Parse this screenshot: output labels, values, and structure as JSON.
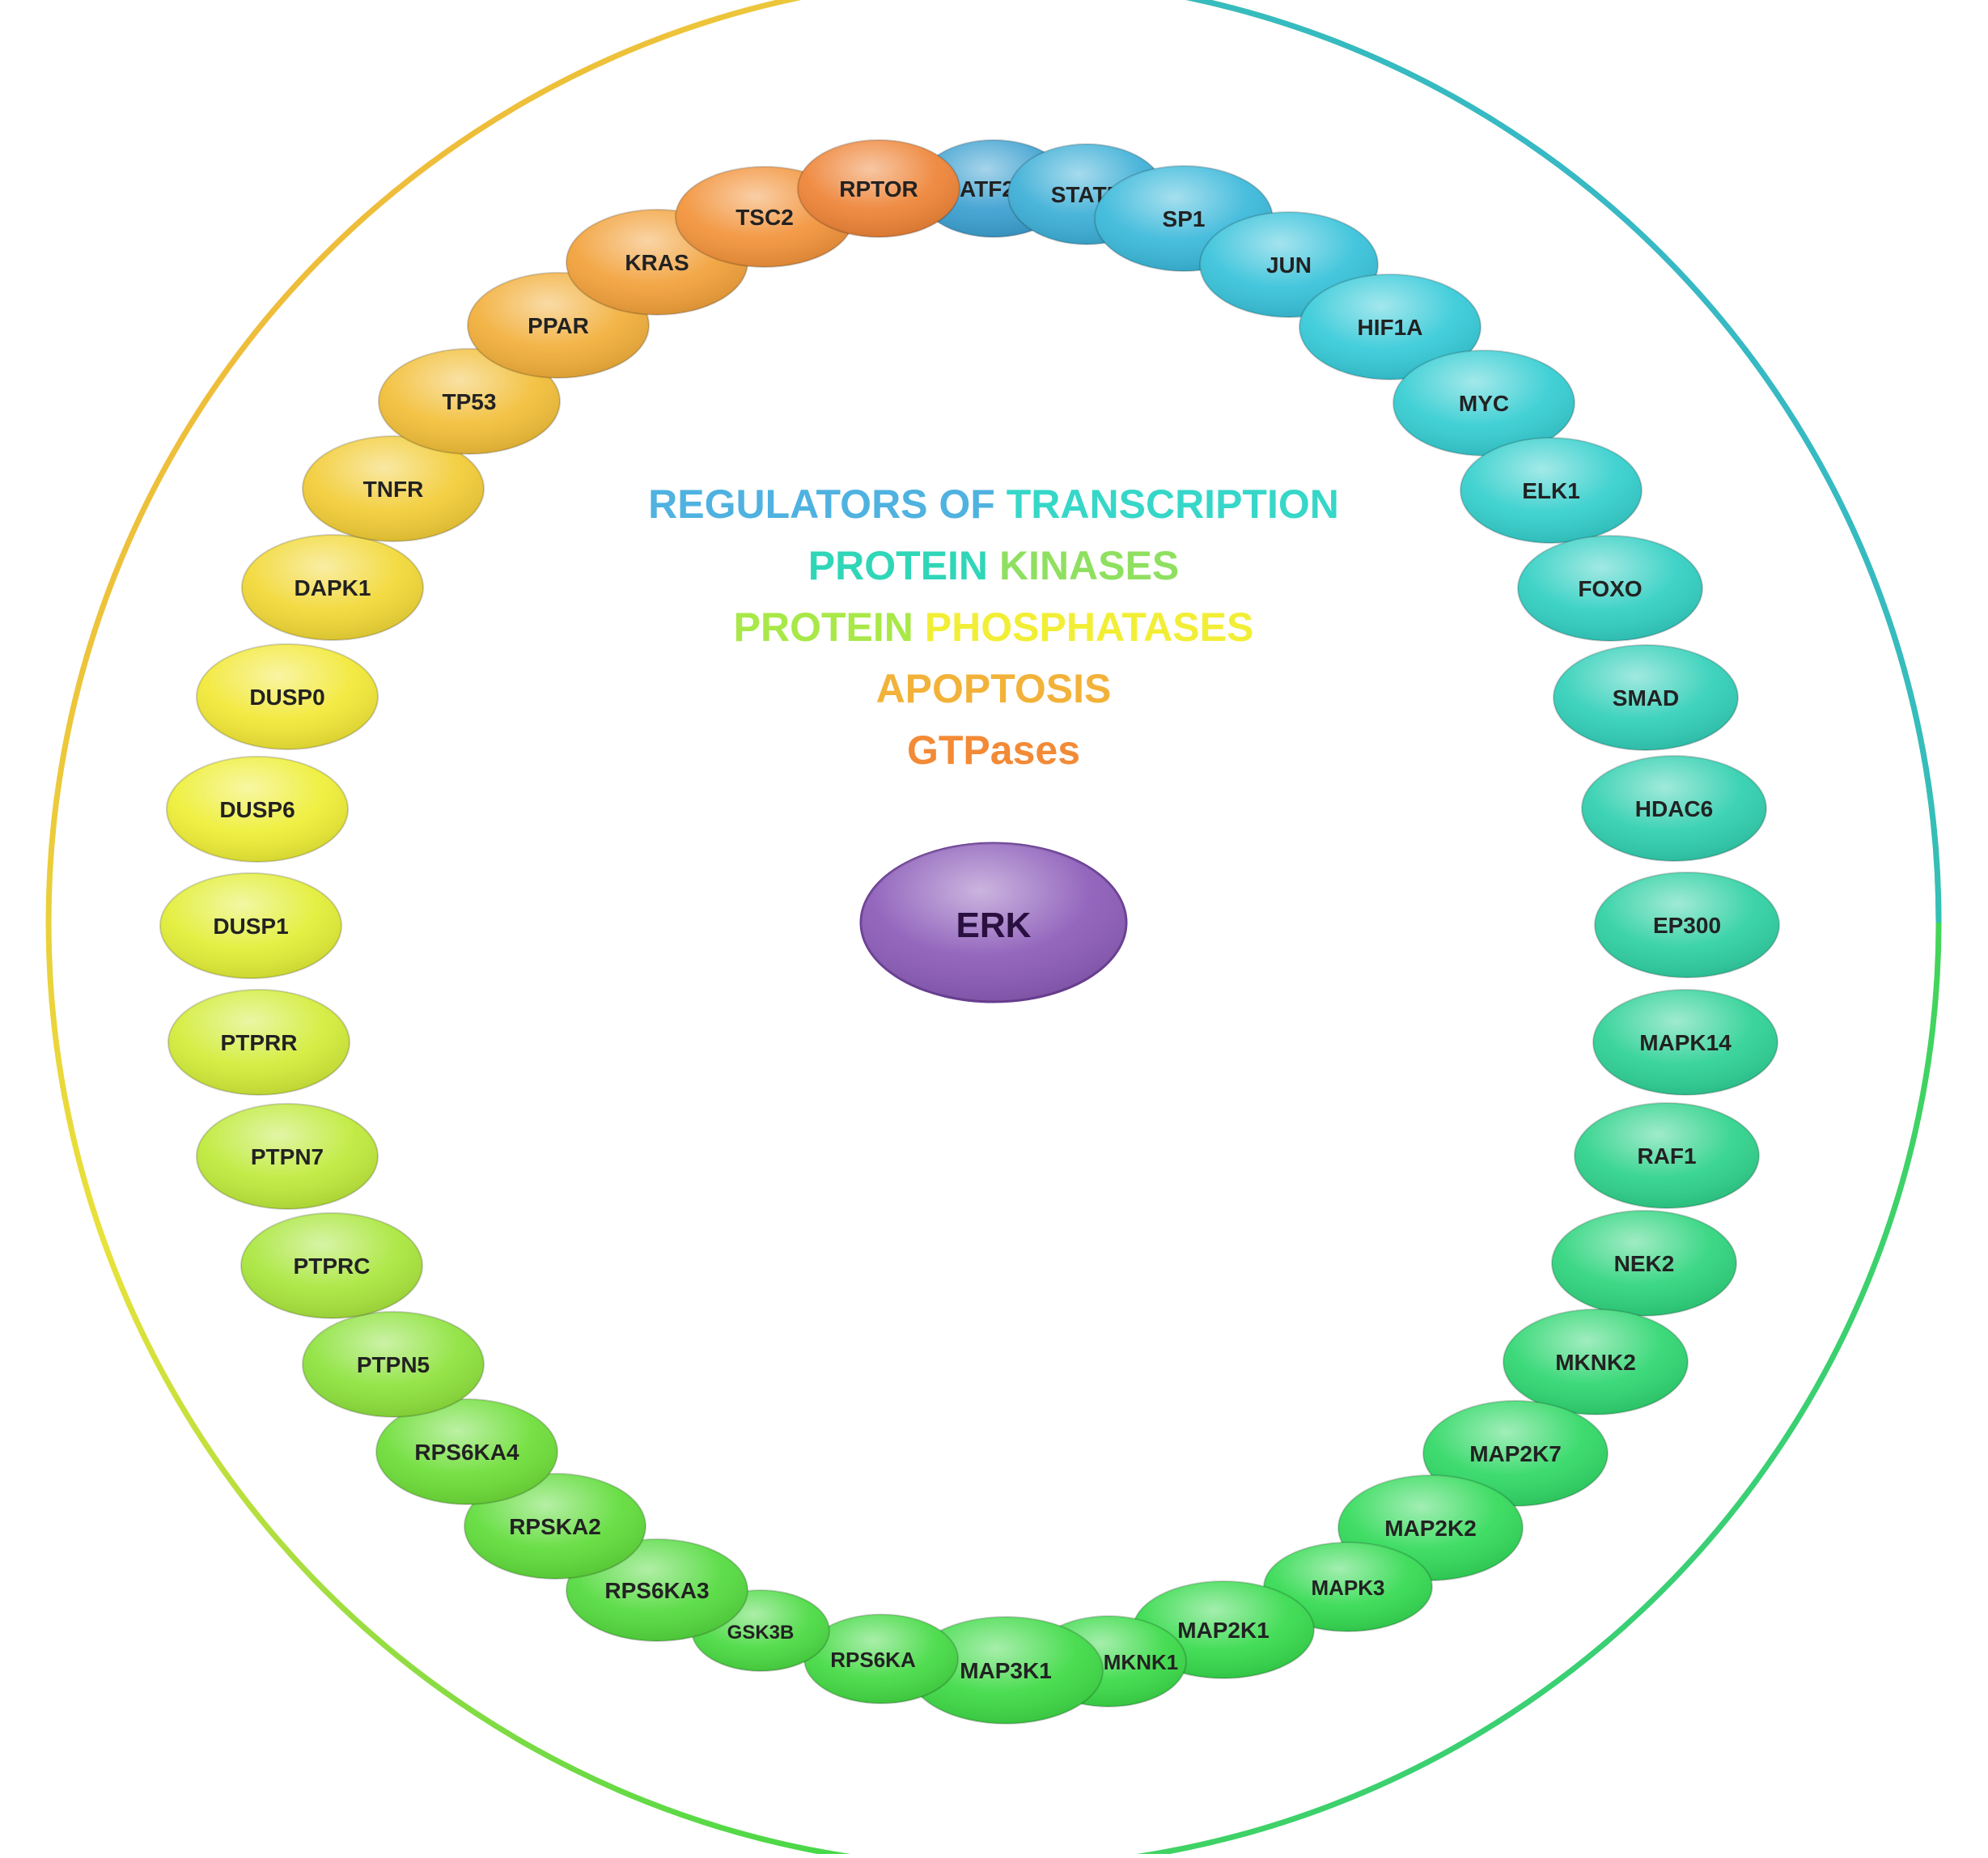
{
  "center": {
    "label": "ERK",
    "color": "#8B5AB8",
    "text_color": "#2a1040"
  },
  "legend": [
    {
      "parts": [
        {
          "text": "REGULATORS OF ",
          "color": "#4FB2E0"
        },
        {
          "text": "TRANSCRIPTION",
          "color": "#36D7C8"
        }
      ]
    },
    {
      "parts": [
        {
          "text": "PROTEIN ",
          "color": "#2FD6B8"
        },
        {
          "text": "KINASES",
          "color": "#8FE060"
        }
      ]
    },
    {
      "parts": [
        {
          "text": "PROTEIN ",
          "color": "#A8E848"
        },
        {
          "text": "PHOSPHATASES",
          "color": "#F2EE36"
        }
      ]
    },
    {
      "parts": [
        {
          "text": "APOPTOSIS",
          "color": "#F2B23A"
        }
      ]
    },
    {
      "parts": [
        {
          "text": "GTPases",
          "color": "#F28A36"
        }
      ]
    }
  ],
  "nodes": [
    {
      "label": "ATF2",
      "color": "#3A9FD0"
    },
    {
      "label": "STAT5",
      "color": "#3AAED6"
    },
    {
      "label": "SP1",
      "color": "#38B8DA"
    },
    {
      "label": "JUN",
      "color": "#36C2DA"
    },
    {
      "label": "HIF1A",
      "color": "#34CAD8"
    },
    {
      "label": "MYC",
      "color": "#33CDD2"
    },
    {
      "label": "ELK1",
      "color": "#32CFCC"
    },
    {
      "label": "FOXO",
      "color": "#30CFC2"
    },
    {
      "label": "SMAD",
      "color": "#2FCFB8"
    },
    {
      "label": "HDAC6",
      "color": "#2ECFAE"
    },
    {
      "label": "EP300",
      "color": "#2DD0A2"
    },
    {
      "label": "MAPK14",
      "color": "#2CD196"
    },
    {
      "label": "RAF1",
      "color": "#2CD28A"
    },
    {
      "label": "NEK2",
      "color": "#2CD47C"
    },
    {
      "label": "MKNK2",
      "color": "#2DD670"
    },
    {
      "label": "MAP2K7",
      "color": "#2ED864"
    },
    {
      "label": "MAP2K2",
      "color": "#30DA58"
    },
    {
      "label": "MAPK3",
      "color": "#32DA50"
    },
    {
      "label": "MAP2K1",
      "color": "#34DA4A"
    },
    {
      "label": "MKNK1",
      "color": "#38DA46"
    },
    {
      "label": "MAP3K1",
      "color": "#3CDA44"
    },
    {
      "label": "RPS6KA",
      "color": "#42DA42"
    },
    {
      "label": "GSK3B",
      "color": "#48DA40"
    },
    {
      "label": "RPS6KA3",
      "color": "#52DA3C"
    },
    {
      "label": "RPSKA2",
      "color": "#5EDC38"
    },
    {
      "label": "RPS6KA4",
      "color": "#6CDE36"
    },
    {
      "label": "PTPN5",
      "color": "#8CE23A"
    },
    {
      "label": "PTPRC",
      "color": "#A8E63A"
    },
    {
      "label": "PTPN7",
      "color": "#BEEA38"
    },
    {
      "label": "PTPRR",
      "color": "#D2EC36"
    },
    {
      "label": "DUSP1",
      "color": "#E2EE34"
    },
    {
      "label": "DUSP6",
      "color": "#EEEE34"
    },
    {
      "label": "DUSP0",
      "color": "#F2E834"
    },
    {
      "label": "DAPK1",
      "color": "#F2D834"
    },
    {
      "label": "TNFR",
      "color": "#F2CC34"
    },
    {
      "label": "TP53",
      "color": "#F2BE36"
    },
    {
      "label": "PPAR",
      "color": "#F2AE38"
    },
    {
      "label": "KRAS",
      "color": "#F2A038"
    },
    {
      "label": "TSC2",
      "color": "#F29238"
    },
    {
      "label": "RPTOR",
      "color": "#EE8234"
    }
  ]
}
